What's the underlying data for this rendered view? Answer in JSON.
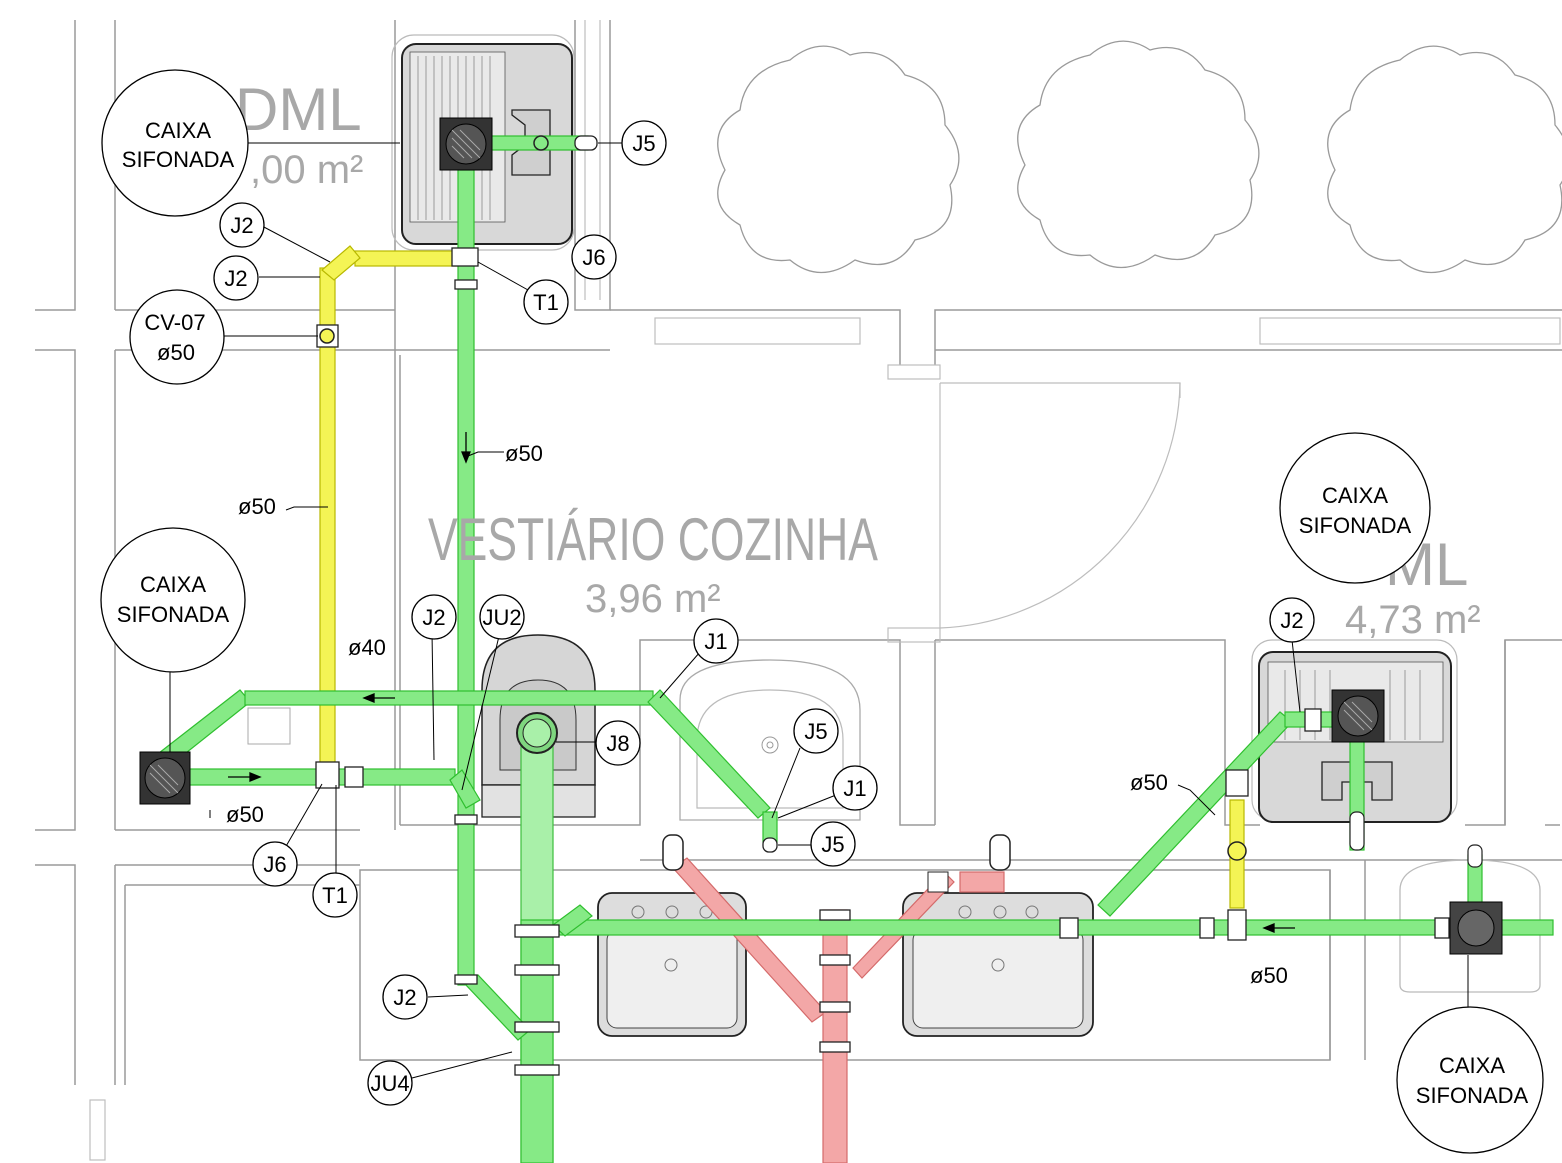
{
  "rooms": {
    "dml_top": {
      "name": "DML",
      "area": ",00 m²"
    },
    "vestiario": {
      "name": "VESTIÁRIO COZINHA",
      "area": "3,96 m²"
    },
    "dml_right": {
      "name": "ML",
      "area": "4,73 m²"
    }
  },
  "caixa": {
    "top_left": [
      "CAIXA",
      "SIFONADA"
    ],
    "mid_left": [
      "CAIXA",
      "SIFONADA"
    ],
    "right_top": [
      "CAIXA",
      "SIFONADA"
    ],
    "right_bottom": [
      "CAIXA",
      "SIFONADA"
    ]
  },
  "valve": {
    "line1": "CV-07",
    "line2": "ø50"
  },
  "bubbles": {
    "j5_top": "J5",
    "j6_top": "J6",
    "t1_top": "T1",
    "j2_a": "J2",
    "j2_b": "J2",
    "j2_mid": "J2",
    "ju2": "JU2",
    "j1_a": "J1",
    "j8": "J8",
    "j5_mid": "J5",
    "j1_b": "J1",
    "j5_low": "J5",
    "j6_low": "J6",
    "t1_low": "T1",
    "j2_low": "J2",
    "ju4": "JU4",
    "j2_right": "J2"
  },
  "dims": {
    "yellow_vert": "ø50",
    "green_vert": "ø50",
    "branch_top": "ø40",
    "branch_low": "ø50",
    "right_diag": "ø50",
    "right_horiz": "ø50"
  },
  "colors": {
    "green_pipe": "#86ea86",
    "yellow_pipe": "#f4f455",
    "red_pipe": "#f3a7a7",
    "walls": "#9a9a9a"
  }
}
